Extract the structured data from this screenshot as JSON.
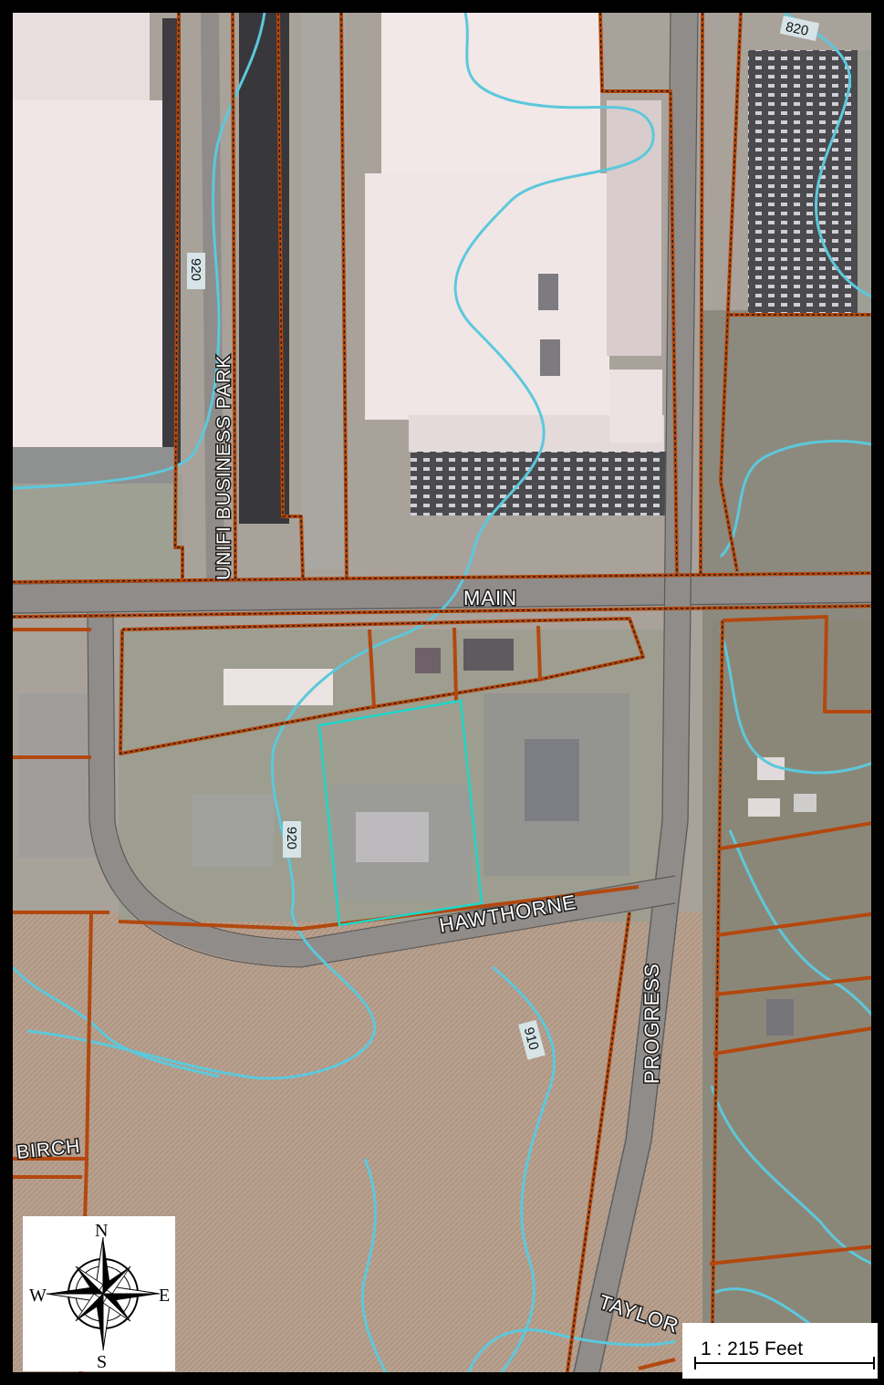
{
  "streets": {
    "main": "MAIN",
    "unifi_business_park": "UNIFI BUSINESS PARK",
    "hawthorne": "HAWTHORNE",
    "progress": "PROGRESS",
    "birch": "BIRCH",
    "taylor": "TAYLOR"
  },
  "contours": {
    "top_right": "820",
    "left": "920",
    "center": "920",
    "bottom": "910"
  },
  "compass": {
    "north": "N",
    "south": "S",
    "east": "E",
    "west": "W"
  },
  "scale": {
    "text": "1 : 215 Feet"
  },
  "colors": {
    "parcel_line": "#b3480f",
    "contour_line": "#5cc8dc",
    "selected_parcel": "#1fd6c8",
    "field": "#b59a86",
    "roof": "#f2e6e6"
  }
}
